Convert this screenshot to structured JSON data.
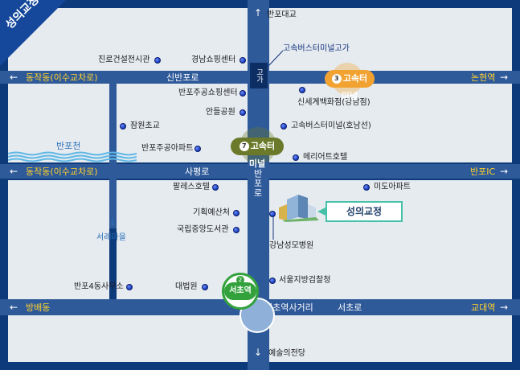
{
  "corner_label": "성의교정",
  "roads": {
    "banpo_daero": "반포대교",
    "banpo_ro_vertical": "반포로",
    "sinbanpo_ro": "신반포로",
    "sapyeong_ro": "사평로",
    "seocho_ro": "서초로",
    "seocho_station_crossroad": "서초역사거리",
    "gaga": "고가",
    "dongjakdong_top": "동작동(이수교차로)",
    "dongjakdong_mid": "동작동(이수교차로)",
    "nonhyeon": "논현역",
    "banpo_ic": "반포IC",
    "bangbae": "방배동",
    "gyodae": "교대역",
    "seorae_maeul": "서래마을",
    "art_center": "예술의전당",
    "banpocheon": "반포천"
  },
  "places": {
    "jinro": "진로건설전시관",
    "gyeongnam": "경남쇼핑센터",
    "banpo_jugong_shopping": "반포주공쇼핑센터",
    "andeul_park": "안들공원",
    "jamwon_school": "잠원초교",
    "banpo_jugong_apt": "반포주공아파트",
    "bus_terminal_overpass": "고속버스터미널고가",
    "shinsegae": "신세계백화점(강남점)",
    "bus_terminal_honam": "고속버스터미널(호남선)",
    "marriott": "메리어트호텔",
    "palace_hotel": "팔레스호텔",
    "mido_apt": "미도아파트",
    "planning_budget": "기획예산처",
    "national_library": "국립중앙도서관",
    "gangnam_hospital": "강남성모병원",
    "banpo4_office": "반포4동사무소",
    "supreme_court": "대법원",
    "seoul_prosecution": "서울지방검찰청"
  },
  "stations": {
    "terminal_yellow": {
      "label": "고속터미널",
      "line": "3"
    },
    "terminal_green": {
      "label": "고속터미널",
      "line": "7"
    },
    "seocho": {
      "label": "서초역",
      "line": "2"
    }
  },
  "callout": "성의교정",
  "colors": {
    "road": "#2f5a9a",
    "block": "#e6ebf0",
    "line3": "#f2a231",
    "line7": "#6b7a2a",
    "line2": "#33a23d",
    "callout_border": "#47c1a9"
  }
}
